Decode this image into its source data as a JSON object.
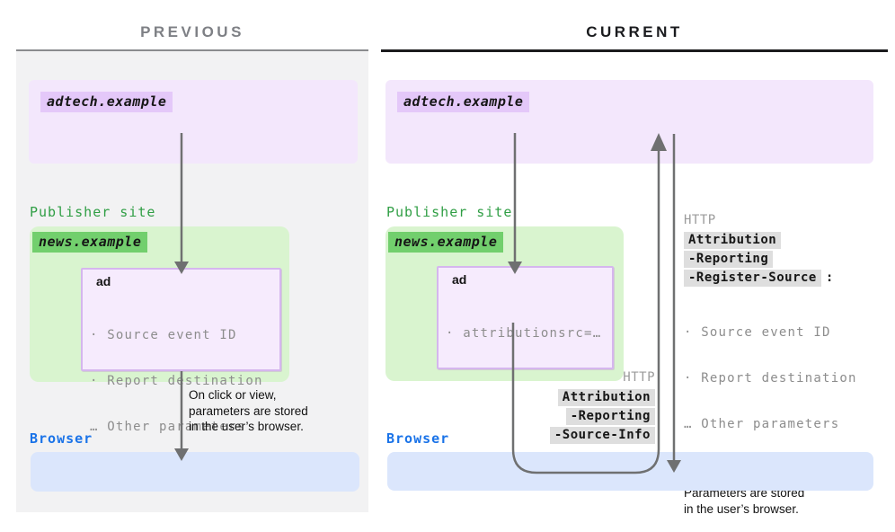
{
  "title_previous": "PREVIOUS",
  "title_current": "CURRENT",
  "previous": {
    "adtech_label": "adtech.example",
    "publisher_label": "Publisher site",
    "news_label": "news.example",
    "ad_title": "ad",
    "ad_params": [
      "· Source event ID",
      "· Report destination",
      "… Other parameters"
    ],
    "click_note": [
      "On click or view,",
      "parameters are stored",
      "in the user’s browser."
    ],
    "browser_label": "Browser"
  },
  "current": {
    "adtech_label": "adtech.example",
    "publisher_label": "Publisher site",
    "news_label": "news.example",
    "ad_title": "ad",
    "ad_params": [
      "· attributionsrc=…"
    ],
    "browser_label": "Browser",
    "request": {
      "protocol": "HTTP",
      "header_parts": [
        "Attribution",
        "-Reporting",
        "-Source-Info"
      ]
    },
    "response": {
      "protocol": "HTTP",
      "header_parts": [
        "Attribution",
        "-Reporting",
        "-Register-Source"
      ],
      "suffix": ":",
      "params": [
        "· Source event ID",
        "· Report destination",
        "… Other parameters"
      ],
      "note": [
        "Parameters are stored",
        "in the user’s browser."
      ]
    }
  },
  "colors": {
    "adtech_box": "#f3e7fc",
    "adtech_label_bg": "#e4c8f9",
    "publisher_green": "#2f9e44",
    "news_box": "#d9f4cf",
    "news_label_bg": "#72cf6d",
    "ad_box": "#f6ebfd",
    "ad_box_border": "#d5b6ee",
    "browser_blue": "#1a73e8",
    "browser_box": "#dbe6fc",
    "http_header_bg": "#dedede",
    "arrow_gray": "#6f7071",
    "muted_text": "#8d8d8d"
  }
}
